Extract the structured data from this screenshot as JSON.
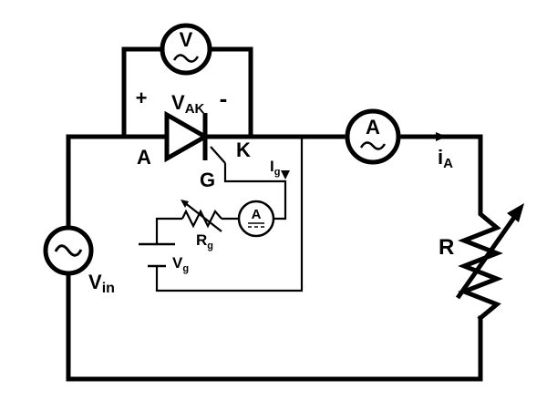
{
  "labels": {
    "plus": "+",
    "minus": "-",
    "vak_main": "V",
    "vak_sub": "AK",
    "anode": "A",
    "cathode": "K",
    "gate": "G",
    "ig_main": "I",
    "ig_sub": "g",
    "rg_main": "R",
    "rg_sub": "g",
    "vg_main": "V",
    "vg_sub": "g",
    "vin_main": "V",
    "vin_sub": "in",
    "ia_main": "i",
    "ia_sub": "A",
    "load": "R"
  },
  "meters": {
    "voltmeter": "V",
    "ammeter_ac": "A",
    "ammeter_dc": "A"
  },
  "icons": {
    "ac_source": "ac-source-icon",
    "scr": "thyristor-icon",
    "battery": "battery-icon"
  }
}
